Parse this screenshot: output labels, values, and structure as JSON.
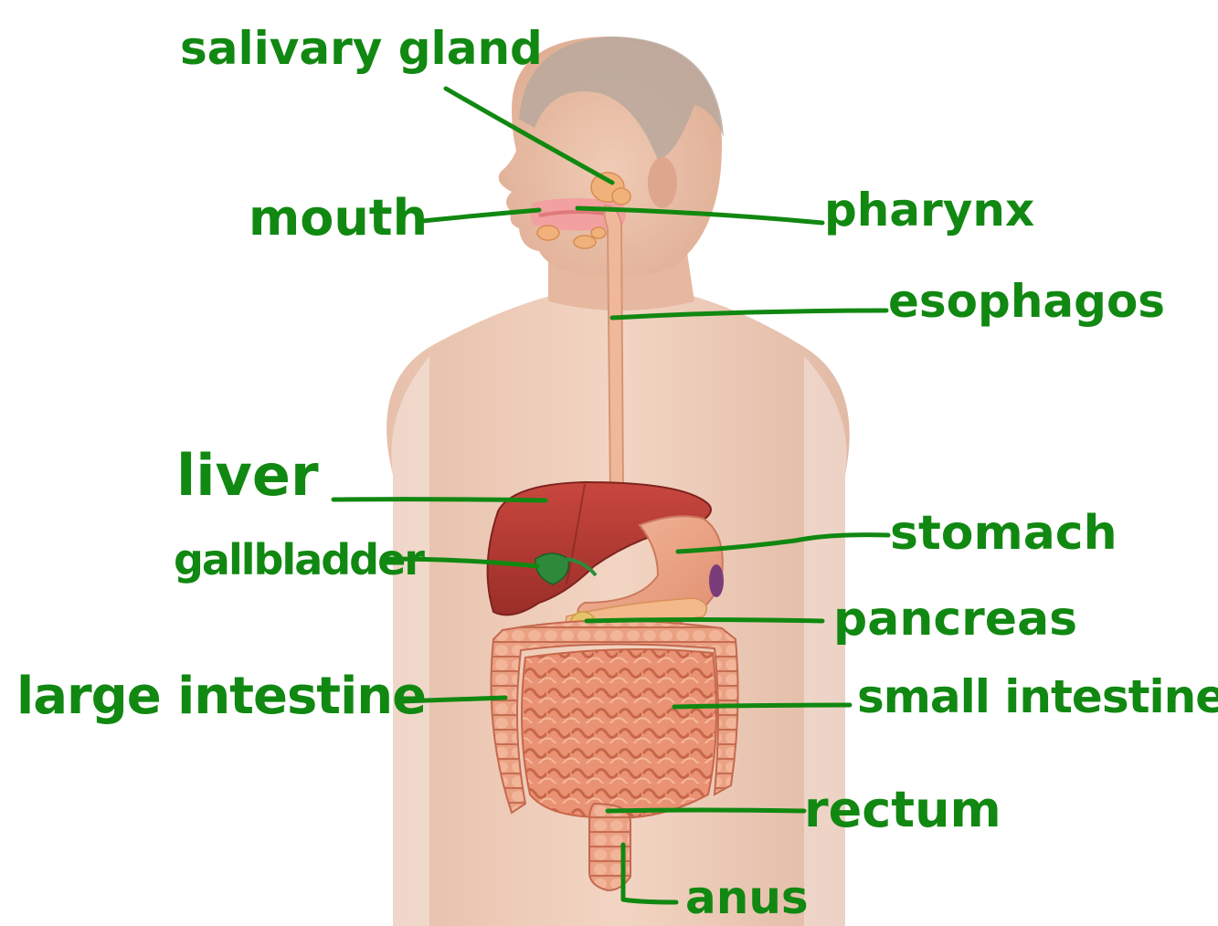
{
  "diagram": {
    "ink_color": "#118811",
    "skin_color": "#e9c0a8",
    "labels": {
      "salivary_gland": "salivary gland",
      "mouth": "mouth",
      "pharynx": "pharynx",
      "esophagus": "esophagos",
      "liver": "liver",
      "gallbladder": "gallbladder",
      "stomach": "stomach",
      "pancreas": "pancreas",
      "large_intestine": "large intestine",
      "small_intestine": "small intestine",
      "rectum": "rectum",
      "anus": "anus"
    }
  }
}
